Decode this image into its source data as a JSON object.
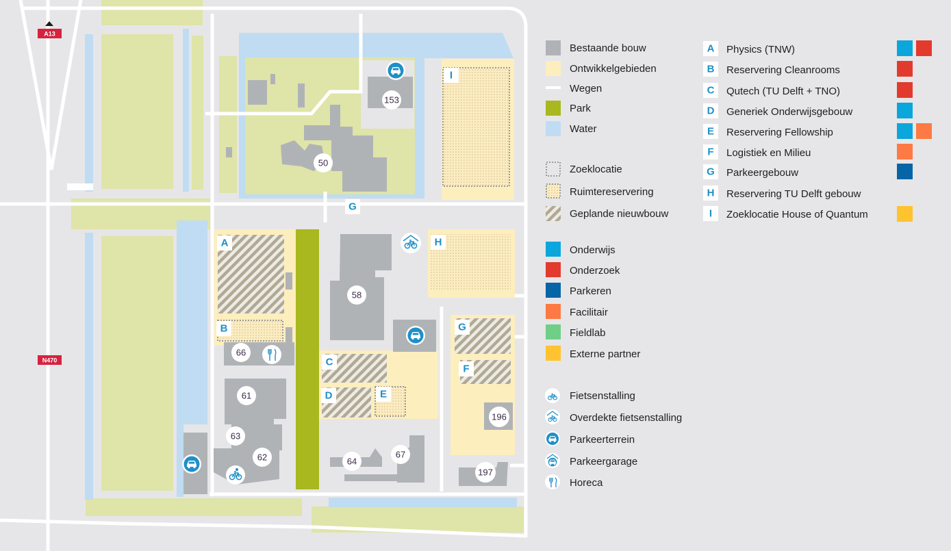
{
  "roads": {
    "a13": "A13",
    "n470": "N470"
  },
  "buildings": {
    "b50": "50",
    "b153": "153",
    "b58": "58",
    "b66": "66",
    "b61": "61",
    "b63": "63",
    "b62": "62",
    "b64": "64",
    "b67": "67",
    "b196": "196",
    "b197": "197"
  },
  "zones": {
    "a": "A",
    "b": "B",
    "c": "C",
    "d": "D",
    "e": "E",
    "f": "F",
    "g": "G",
    "g_road": "G",
    "h": "H",
    "i": "I"
  },
  "legend": {
    "area_types": [
      {
        "label": "Bestaande bouw",
        "swatch": "#b0b3b6"
      },
      {
        "label": "Ontwikkelgebieden",
        "swatch": "#fdeebd"
      },
      {
        "label": "Wegen",
        "swatch": "#ffffff"
      },
      {
        "label": "Park",
        "swatch": "#a8b81e"
      },
      {
        "label": "Water",
        "swatch": "#bfdcf2"
      }
    ],
    "patterns": [
      {
        "label": "Zoeklocatie"
      },
      {
        "label": "Ruimtereservering"
      },
      {
        "label": "Geplande nieuwbouw"
      }
    ],
    "categories": [
      {
        "label": "Onderwijs",
        "color": "#0aa6dc"
      },
      {
        "label": "Onderzoek",
        "color": "#e33a2e"
      },
      {
        "label": "Parkeren",
        "color": "#0565a6"
      },
      {
        "label": "Facilitair",
        "color": "#fd7a44"
      },
      {
        "label": "Fieldlab",
        "color": "#6fcf86"
      },
      {
        "label": "Externe partner",
        "color": "#fec32e"
      }
    ],
    "icons": [
      {
        "label": "Fietsenstalling",
        "icon": "bicycle-icon"
      },
      {
        "label": "Overdekte fietsenstalling",
        "icon": "covered-bicycle-icon"
      },
      {
        "label": "Parkeerterrein",
        "icon": "car-icon"
      },
      {
        "label": "Parkeergarage",
        "icon": "covered-car-icon"
      },
      {
        "label": "Horeca",
        "icon": "cutlery-icon"
      }
    ],
    "sites": [
      {
        "letter": "A",
        "label": "Physics (TNW)",
        "colors": [
          "#0aa6dc",
          "#e33a2e"
        ]
      },
      {
        "letter": "B",
        "label": "Reservering Cleanrooms",
        "colors": [
          "#e33a2e"
        ]
      },
      {
        "letter": "C",
        "label": "Qutech (TU Delft + TNO)",
        "colors": [
          "#e33a2e"
        ]
      },
      {
        "letter": "D",
        "label": "Generiek Onderwijsgebouw",
        "colors": [
          "#0aa6dc"
        ]
      },
      {
        "letter": "E",
        "label": "Reservering Fellowship",
        "colors": [
          "#0aa6dc",
          "#fd7a44"
        ]
      },
      {
        "letter": "F",
        "label": "Logistiek en Milieu",
        "colors": [
          "#fd7a44"
        ]
      },
      {
        "letter": "G",
        "label": "Parkeergebouw",
        "colors": [
          "#0565a6"
        ]
      },
      {
        "letter": "H",
        "label": "Reservering TU Delft gebouw",
        "colors": []
      },
      {
        "letter": "I",
        "label": "Zoeklocatie House of Quantum",
        "colors": [
          "#fec32e"
        ]
      }
    ]
  }
}
